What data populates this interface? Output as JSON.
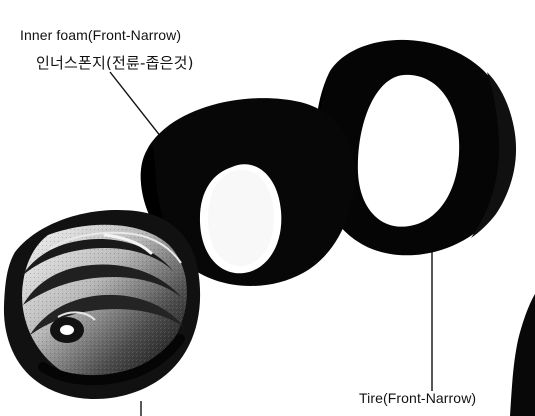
{
  "labels": {
    "inner_foam_en": "Inner foam(Front-Narrow)",
    "inner_foam_ko": "인너스폰지(전륜-좁은것)",
    "tire_en": "Tire(Front-Narrow)"
  },
  "colors": {
    "black": "#000000",
    "tire": "#050505",
    "foam": "#070707",
    "wheel_dark": "#111111",
    "wheel_mid": "#666666",
    "wheel_light": "#bdbdbd",
    "line": "#111111"
  },
  "icons": {
    "wheel": "wheel-icon",
    "foam": "foam-icon",
    "tire": "tire-icon"
  }
}
